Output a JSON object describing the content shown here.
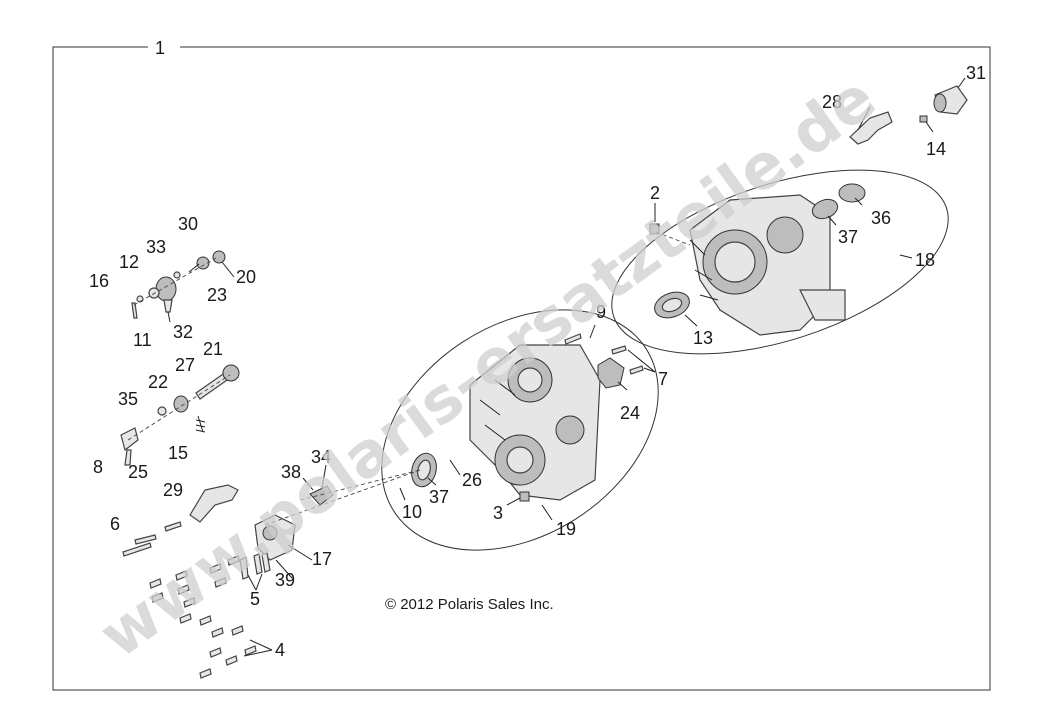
{
  "diagram": {
    "copyright": "© 2012 Polaris Sales Inc.",
    "watermark": "www.polaris-ersatzteile.de",
    "frame_callout": "1",
    "callouts": [
      "2",
      "3",
      "4",
      "5",
      "6",
      "7",
      "8",
      "9",
      "10",
      "11",
      "12",
      "13",
      "14",
      "15",
      "16",
      "17",
      "18",
      "19",
      "20",
      "21",
      "22",
      "23",
      "24",
      "25",
      "26",
      "27",
      "28",
      "29",
      "30",
      "31",
      "32",
      "33",
      "34",
      "35",
      "36",
      "37",
      "37",
      "38",
      "39"
    ]
  }
}
